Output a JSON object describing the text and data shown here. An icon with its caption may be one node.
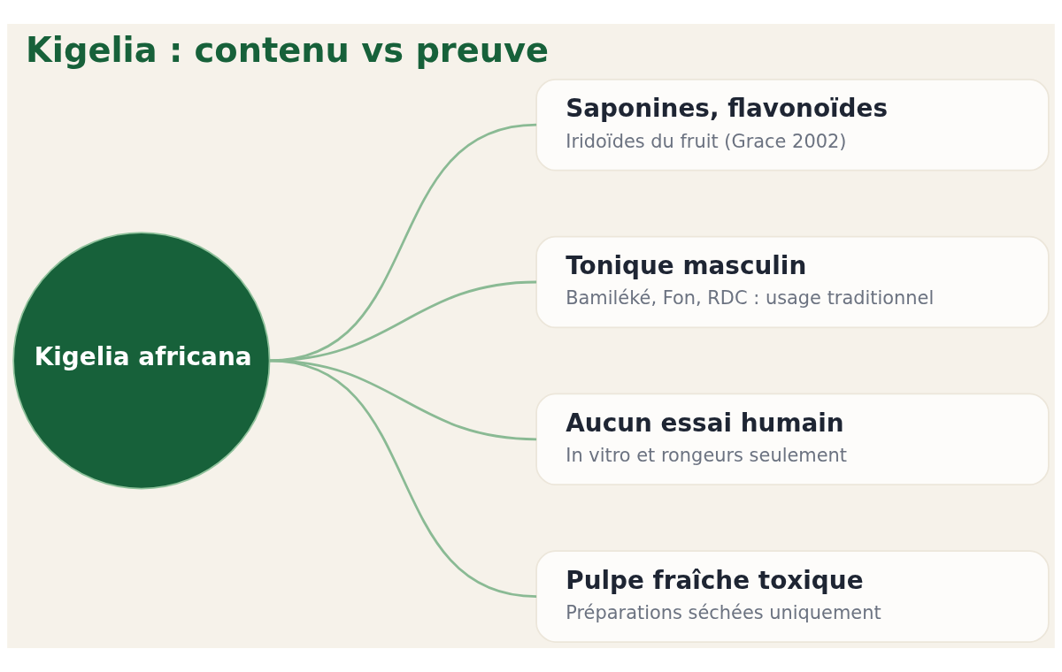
{
  "diagram": {
    "title": "Kigelia : contenu vs preuve",
    "nodes": [
      {
        "text": [
          "Kigelia africana"
        ]
      },
      {
        "text": [
          "Saponines, flavonoïdes",
          "Iridoïdes du fruit (Grace 2002)"
        ]
      },
      {
        "text": [
          "Tonique masculin",
          "Bamiléké, Fon, RDC : usage traditionnel"
        ]
      },
      {
        "text": [
          "Aucun essai humain",
          "In vitro et rongeurs seulement"
        ]
      },
      {
        "text": [
          "Pulpe fraîche toxique",
          "Préparations séchées uniquement"
        ]
      }
    ],
    "edges": [
      {
        "from": 0,
        "to": 1,
        "arrow": "none"
      },
      {
        "from": 0,
        "to": 2,
        "arrow": "none"
      },
      {
        "from": 0,
        "to": 3,
        "arrow": "none"
      },
      {
        "from": 0,
        "to": 4,
        "arrow": "none"
      }
    ]
  }
}
